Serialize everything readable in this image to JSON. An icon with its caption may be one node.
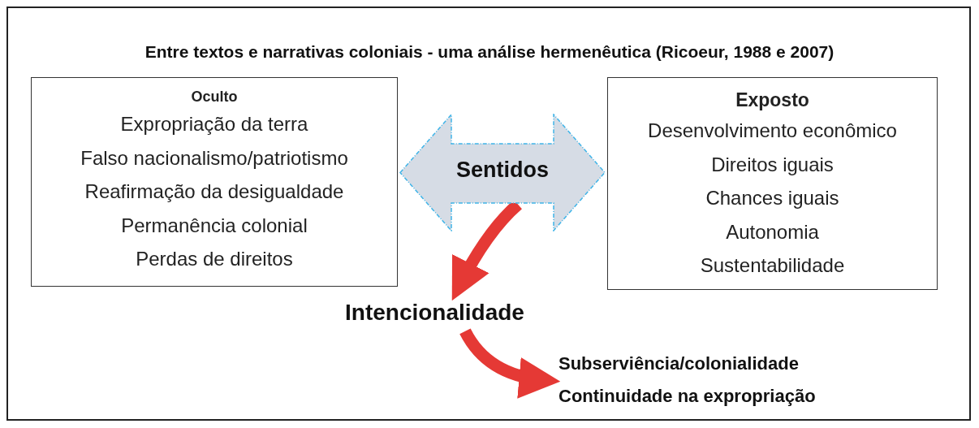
{
  "diagram": {
    "title": "Entre textos e narrativas coloniais - uma análise hermenêutica (Ricoeur, 1988 e 2007)",
    "nodes": [
      {
        "text": [
          "Oculto",
          "Expropriação da terra",
          "Falso nacionalismo/patriotismo",
          "Reafirmação da desigualdade",
          "Permanência colonial",
          "Perdas de direitos"
        ]
      },
      {
        "text": [
          "Exposto",
          "Desenvolvimento econômico",
          "Direitos iguais",
          "Chances iguais",
          "Autonomia",
          "Sustentabilidade"
        ]
      },
      {
        "text": [
          "Sentidos"
        ]
      },
      {
        "text": [
          "Intencionalidade"
        ]
      },
      {
        "text": [
          "Subserviência/colonialidade",
          "Continuidade na expropriação"
        ]
      }
    ],
    "edges": [
      {
        "from": 2,
        "to": 3,
        "arrow": "to"
      },
      {
        "from": 3,
        "to": 4,
        "arrow": "to"
      }
    ]
  }
}
